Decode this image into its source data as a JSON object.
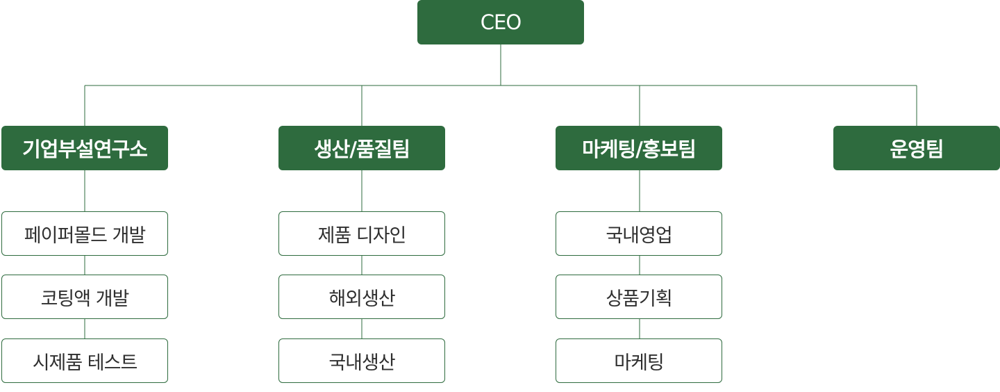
{
  "ceo": {
    "label": "CEO"
  },
  "departments": [
    {
      "label": "기업부설연구소",
      "teams": [
        "페이퍼몰드 개발",
        "코팅액 개발",
        "시제품 테스트"
      ]
    },
    {
      "label": "생산/품질팀",
      "teams": [
        "제품 디자인",
        "해외생산",
        "국내생산"
      ]
    },
    {
      "label": "마케팅/홍보팀",
      "teams": [
        "국내영업",
        "상품기획",
        "마케팅"
      ]
    },
    {
      "label": "운영팀",
      "teams": []
    }
  ],
  "colors": {
    "accent": "#2e6b3e",
    "node_text": "#ffffff",
    "sub_text": "#2f2f2f"
  }
}
